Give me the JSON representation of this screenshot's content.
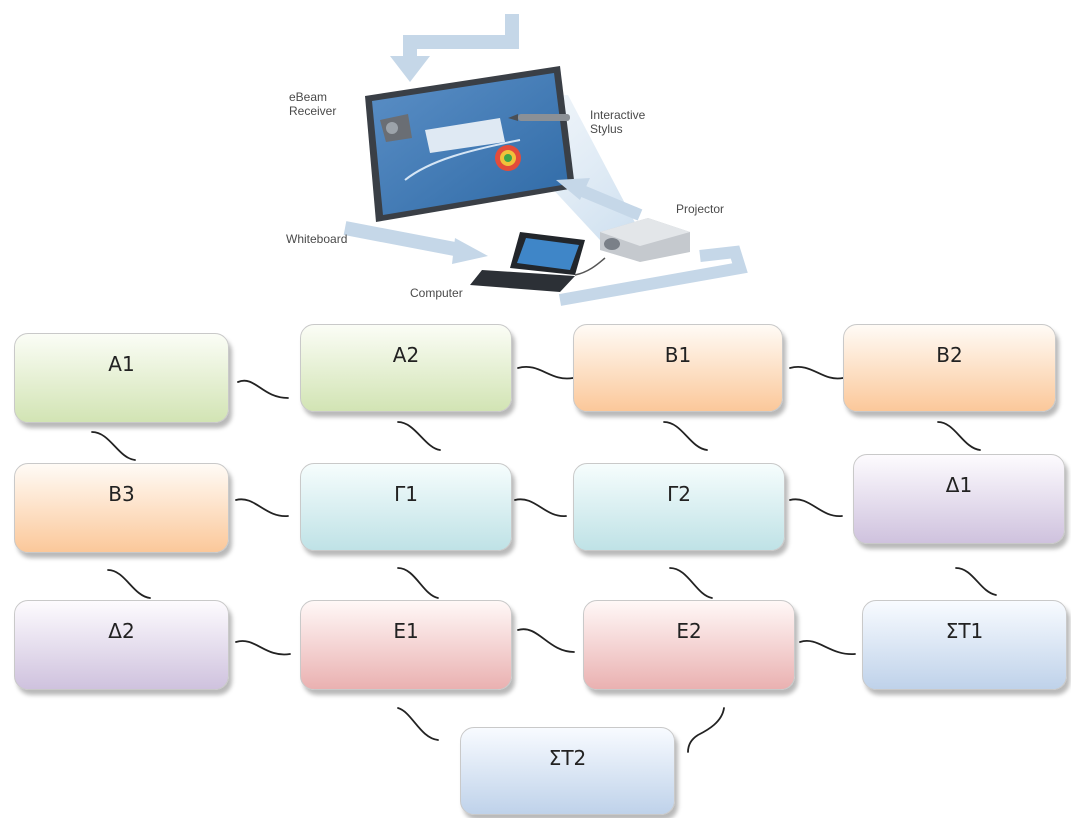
{
  "illustration": {
    "labels": {
      "receiver": "eBeam\nReceiver",
      "stylus": "Interactive\nStylus",
      "projector": "Projector",
      "whiteboard": "Whiteboard",
      "computer": "Computer"
    }
  },
  "boxes": {
    "a1": "Α1",
    "a2": "Α2",
    "b1": "Β1",
    "b2": "Β2",
    "b3": "Β3",
    "g1": "Γ1",
    "g2": "Γ2",
    "d1": "Δ1",
    "d2": "Δ2",
    "e1": "Ε1",
    "e2": "Ε2",
    "st1": "ΣΤ1",
    "st2": "ΣΤ2"
  },
  "colors": {
    "green": "#d2e4b4",
    "orange": "#fbc89a",
    "cyan": "#bfe2e6",
    "purple": "#cfc2de",
    "red": "#eab1b1",
    "blue": "#bfd2ea"
  }
}
